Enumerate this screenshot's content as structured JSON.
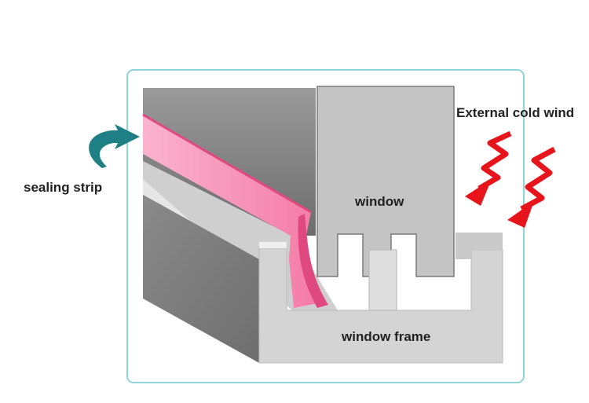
{
  "labels": {
    "sealing_strip": "sealing strip",
    "window": "window",
    "window_frame": "window frame",
    "external_wind": "External cold wind"
  },
  "colors": {
    "frame_border": "#8fd4d6",
    "metal_light": "#d2d2d2",
    "metal_mid": "#b0b0b0",
    "metal_dark": "#7c7c7c",
    "top_surface": "#e8e8e8",
    "window_fill": "#c2c2c2",
    "seal_pink": "#f78fb3",
    "seal_magenta": "#e0497f",
    "arrow_teal": "#1e7f85",
    "wind_red": "#e8141c",
    "text": "#222222"
  },
  "icons": {
    "arrow_to_seal": "curved-arrow-icon",
    "wind": "zigzag-wind-arrow-icon"
  }
}
